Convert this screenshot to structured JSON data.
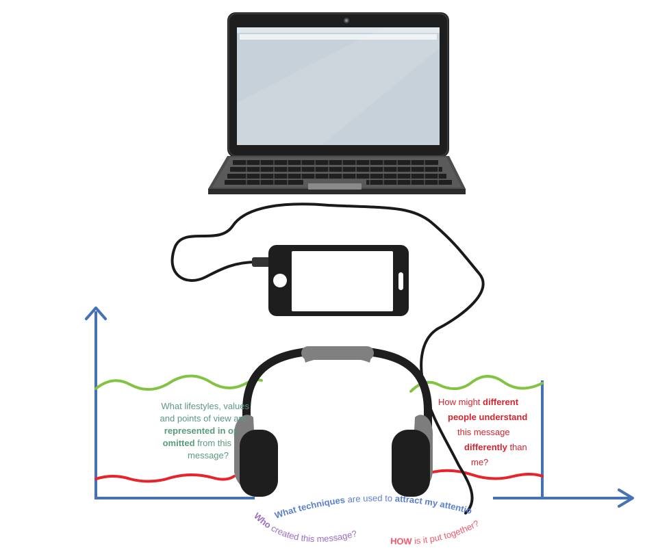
{
  "colors": {
    "axis": "#4472b4",
    "green_wave": "#82c341",
    "red_wave": "#e8232a",
    "teal_text": "#5a9a7d",
    "red_text": "#d6232c",
    "blue_text": "#5b7fcf",
    "purple_text": "#9b6fc2",
    "pink_text": "#ef5a6e",
    "device_dark": "#1e1e1e",
    "screen": "#c6d1d9"
  },
  "icons": {
    "laptop": "laptop-icon",
    "smartphone": "smartphone-icon",
    "headphones": "headphones-icon",
    "cable": "cable-icon"
  },
  "left_question": {
    "line1": "What lifestyles, values",
    "line2": "and points of view are",
    "line3_bold": "represented in or",
    "line4_bold": "omitted",
    "line4_rest": " from this",
    "line5": "message?"
  },
  "right_question": {
    "line1_a": "How might ",
    "line1_b": "different",
    "line2": "people understand",
    "line3": "this message",
    "line4_b": "differently",
    "line4_rest": " than",
    "line5": "me?"
  },
  "bottom_questions": {
    "techniques_a": "What ",
    "techniques_b": "techniques",
    "techniques_c": " are used to ",
    "techniques_d": "attract",
    "techniques_e": " my attention?",
    "who_a": "Who",
    "who_b": " created this ",
    "who_c": "message?",
    "how_a": "HOW",
    "how_b": " is it put together?"
  }
}
